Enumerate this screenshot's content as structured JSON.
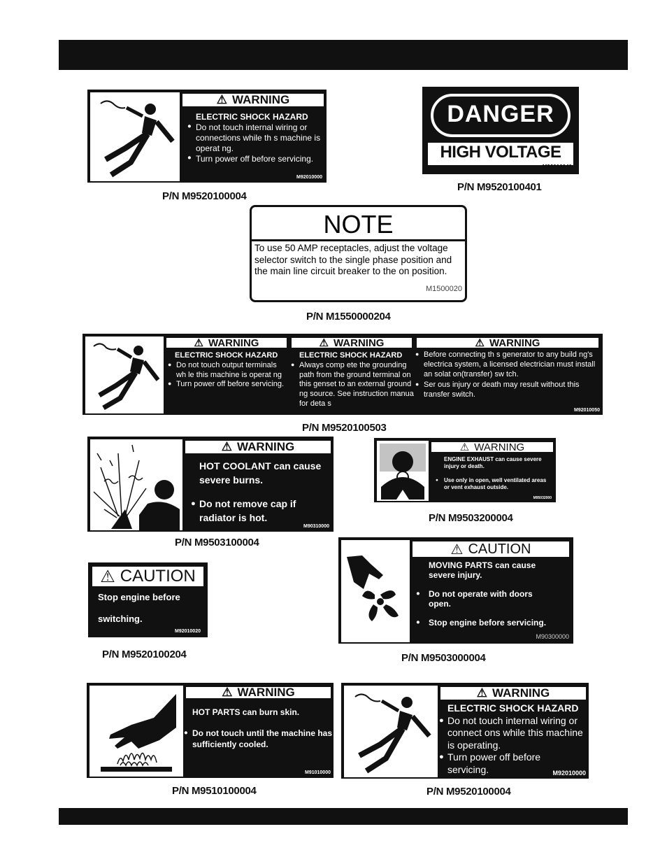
{
  "header_band": "",
  "footer_band": "",
  "labels": {
    "warn1": {
      "title": "WARNING",
      "heading": "ELECTRIC SHOCK HAZARD",
      "b1": "Do not touch internal wiring or connections while th s machine is operat ng.",
      "b2": "Turn power off before servicing.",
      "code": "M92010000",
      "pn": "P/N M9520100004"
    },
    "danger": {
      "title": "DANGER",
      "sub": "HIGH VOLTAGE",
      "code": "M92010040",
      "pn": "P/N M9520100401"
    },
    "note": {
      "title": "NOTE",
      "body": "To use 50 AMP receptacles, adjust the voltage selector switch to the single phase position and the main line circuit breaker to the on position.",
      "code": "M1500020",
      "pn": "P/N M1550000204"
    },
    "triple": {
      "t1": "WARNING",
      "t2": "WARNING",
      "t3": "WARNING",
      "s1_heading": "ELECTRIC SHOCK HAZARD",
      "s1_b1": "Do not touch output terminals wh le this machine is operat ng",
      "s1_b2": "Turn power off before servicing.",
      "s2_heading": "ELECTRIC SHOCK HAZARD",
      "s2_b1": "Always comp ete the grounding path from the ground terminal on this genset to an external ground ng source. See instruction manua for deta s",
      "s3_b1": "Before connecting th s generator to any build ng's electrica system, a licensed electrician must install an solat on(transfer) sw tch.",
      "s3_b2": "Ser ous injury or death may result without this transfer switch.",
      "code": "M92010050",
      "pn": "P/N M9520100503"
    },
    "coolant": {
      "title": "WARNING",
      "heading": "HOT COOLANT can cause severe burns.",
      "b1": "Do not remove cap if radiator is hot.",
      "code": "M90310000",
      "pn": "P/N M9503100004"
    },
    "exhaust": {
      "title": "WARNING",
      "heading": "ENGINE EXHAUST can cause severe injury or death.",
      "b1": "Use only in open, well ventilated areas or vent exhaust outside.",
      "code": "M95032000",
      "pn": "P/N M9503200004"
    },
    "caution1": {
      "title": "CAUTION",
      "l1": "Stop engine before",
      "l2": "switching.",
      "code": "M92010020",
      "pn": "P/N M9520100204"
    },
    "moving": {
      "title": "CAUTION",
      "heading": "MOVING PARTS can cause severe injury.",
      "b1": "Do not operate with doors open.",
      "b2": "Stop engine before servicing.",
      "code": "M90300000",
      "pn": "P/N M9503000004"
    },
    "hotparts": {
      "title": "WARNING",
      "heading": "HOT PARTS can burn skin.",
      "b1": "Do not touch until the machine has sufficiently cooled.",
      "code": "M91010000",
      "pn": "P/N M9510100004"
    },
    "warn2": {
      "title": "WARNING",
      "heading": "ELECTRIC SHOCK HAZARD",
      "b1": "Do not touch internal wiring or connect ons while this machine is operating.",
      "b2": "Turn power off before servicing.",
      "code": "M92010000",
      "pn": "P/N M9520100004"
    }
  }
}
